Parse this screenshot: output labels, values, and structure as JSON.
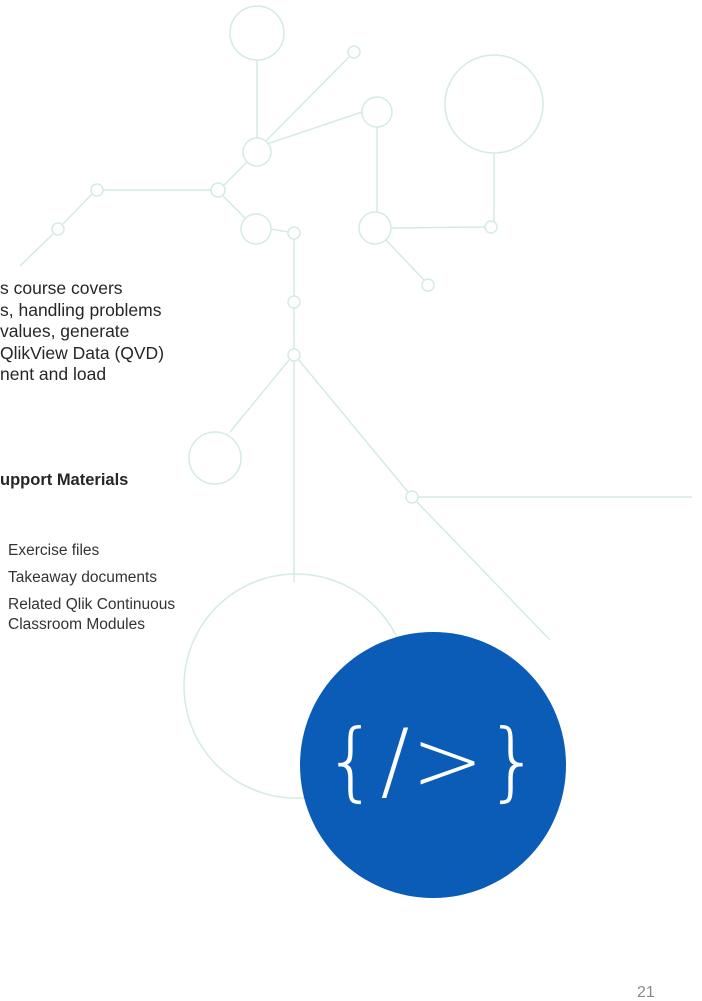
{
  "description": {
    "lines": [
      "s course covers",
      "s, handling problems",
      " values, generate",
      "QlikView Data (QVD)",
      "nent and load"
    ]
  },
  "support": {
    "heading": "upport Materials",
    "items": [
      "Exercise files",
      "Takeaway documents",
      "Related Qlik Continuous",
      "Classroom Modules"
    ]
  },
  "badge": {
    "glyph": "{/>}",
    "icon": "code-brackets-icon",
    "color": "#0a5cb6"
  },
  "page_number": "21",
  "colors": {
    "network_lines": "#d3ebe3",
    "text": "#262626"
  }
}
